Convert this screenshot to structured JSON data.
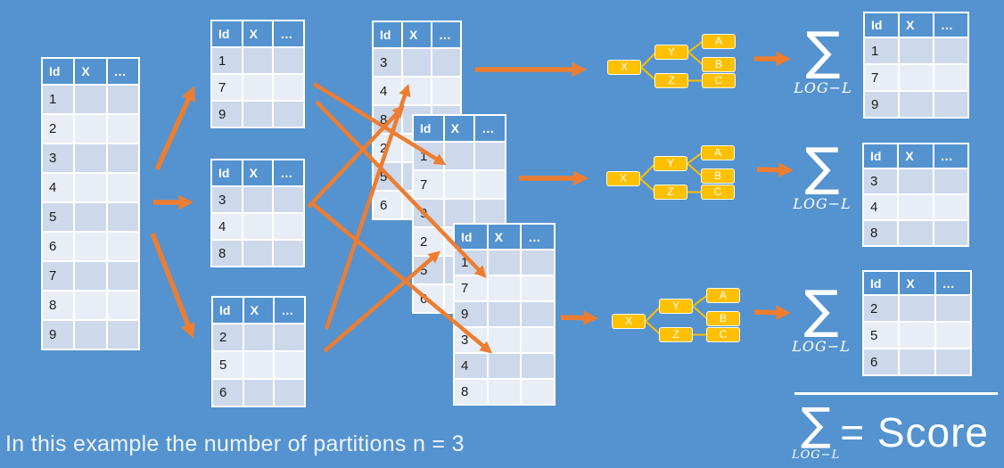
{
  "caption": "In this example the number of partitions n = 3",
  "colors": {
    "background": "#5493cf",
    "table_row_dark": "#cdd8ea",
    "table_row_light": "#e9edf6",
    "table_border": "#ffffff",
    "arrow_orange": "#ED7D31",
    "node_gold": "#FFC000",
    "text_white": "#ffffff"
  },
  "table_headers": [
    "Id",
    "X",
    "…"
  ],
  "tables": {
    "source": [
      "1",
      "2",
      "3",
      "4",
      "5",
      "6",
      "7",
      "8",
      "9"
    ],
    "partition1": [
      "1",
      "7",
      "9"
    ],
    "partition2": [
      "3",
      "4",
      "8"
    ],
    "partition3": [
      "2",
      "5",
      "6"
    ],
    "resample1": [
      "3",
      "4",
      "8",
      "2",
      "5",
      "6"
    ],
    "resample2": [
      "1",
      "7",
      "9",
      "2",
      "5",
      "6"
    ],
    "resample3": [
      "1",
      "7",
      "9",
      "3",
      "4",
      "8"
    ],
    "holdout1": [
      "1",
      "7",
      "9"
    ],
    "holdout2": [
      "3",
      "4",
      "8"
    ],
    "holdout3": [
      "2",
      "5",
      "6"
    ]
  },
  "network_nodes": [
    "X",
    "Y",
    "Z",
    "A",
    "B",
    "C"
  ],
  "sigma": {
    "symbol": "∑",
    "subscript": "LOG−L"
  },
  "score": {
    "symbol": "∑",
    "subscript": "LOG−L",
    "equation": "= Score"
  }
}
